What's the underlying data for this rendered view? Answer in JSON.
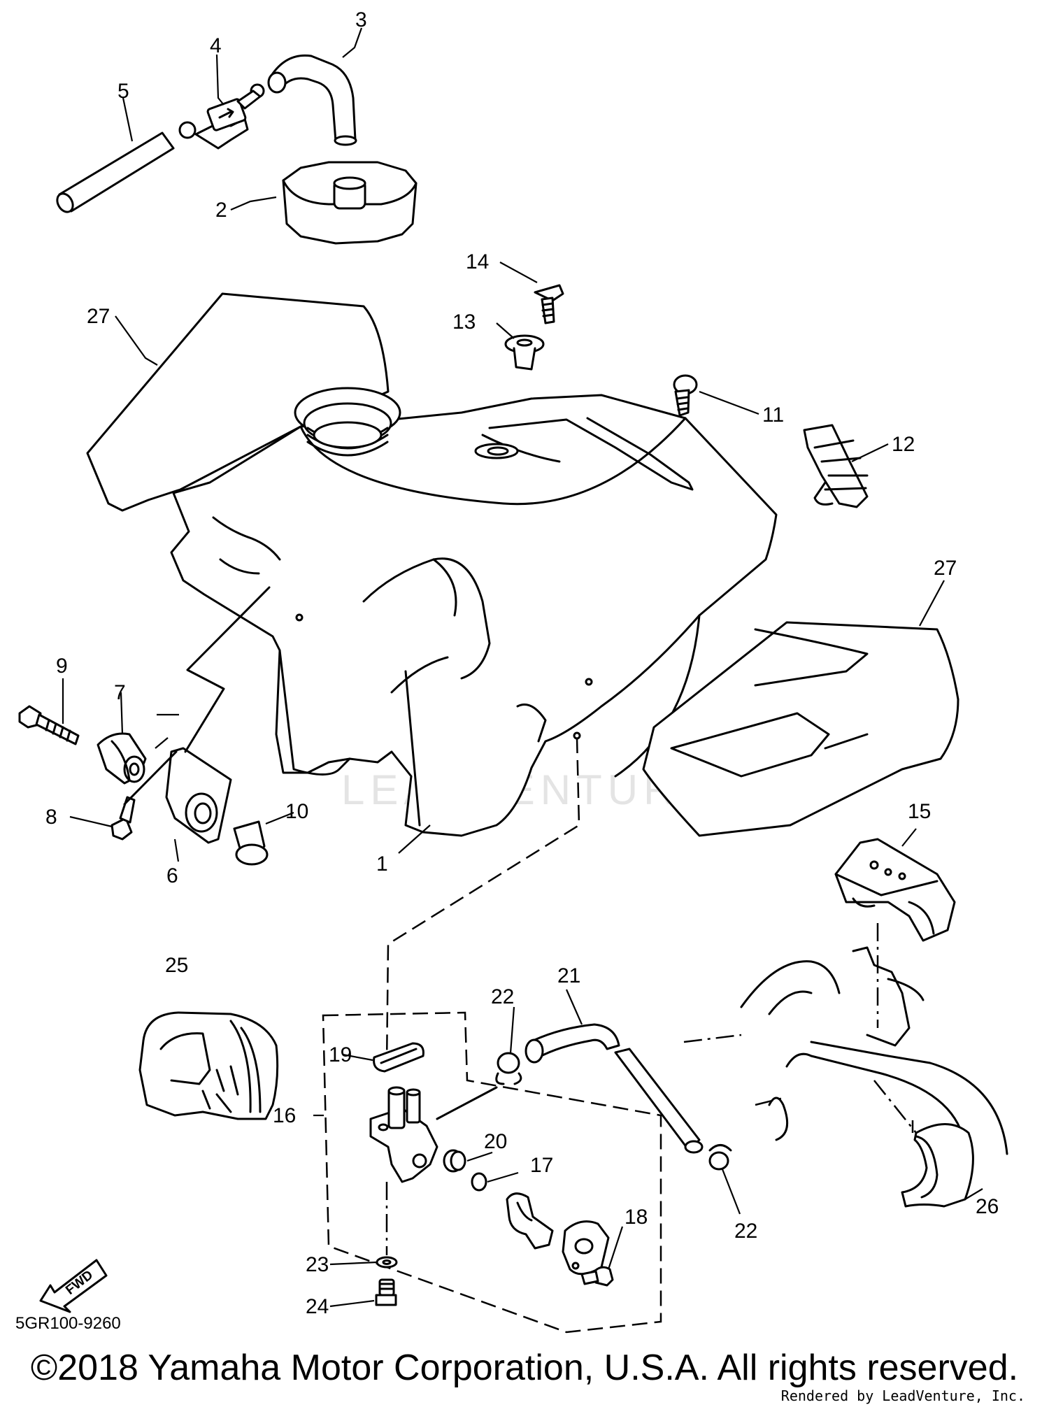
{
  "diagram": {
    "part_callouts": {
      "c1": "1",
      "c2": "2",
      "c3": "3",
      "c4": "4",
      "c5": "5",
      "c6": "6",
      "c7": "7",
      "c8": "8",
      "c9": "9",
      "c10": "10",
      "c11": "11",
      "c12": "12",
      "c13": "13",
      "c14": "14",
      "c15": "15",
      "c16": "16",
      "c17": "17",
      "c18": "18",
      "c19": "19",
      "c20": "20",
      "c21": "21",
      "c22a": "22",
      "c22b": "22",
      "c23": "23",
      "c24": "24",
      "c25": "25",
      "c26": "26",
      "c27a": "27",
      "c27b": "27"
    },
    "diagram_code": "5GR100-9260",
    "fwd_label": "FWD",
    "watermark": "LEADVENTURE"
  },
  "footer": {
    "copyright": "©2018 Yamaha Motor Corporation, U.S.A. All rights reserved.",
    "rendered_by": "Rendered by LeadVenture, Inc."
  }
}
